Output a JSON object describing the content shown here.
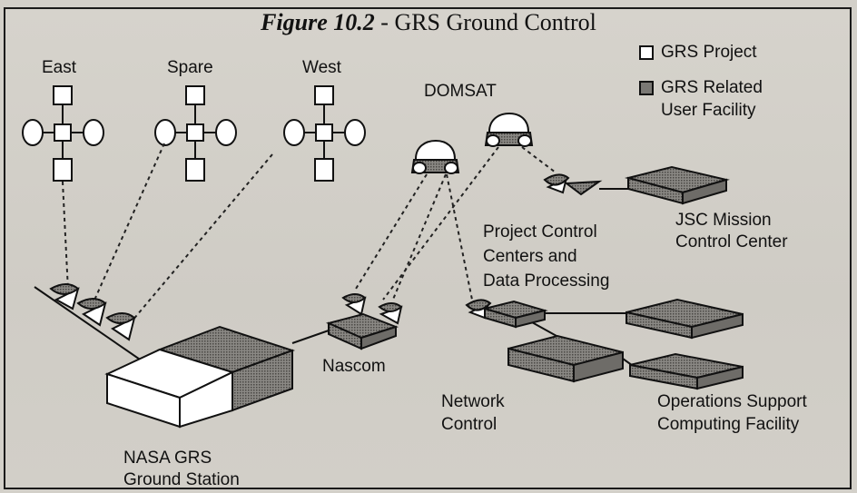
{
  "title": {
    "figure_label": "Figure 10.2",
    "separator": " - ",
    "text": "GRS Ground Control"
  },
  "legend": {
    "project": "GRS Project",
    "related_line1": "GRS Related",
    "related_line2": "User Facility"
  },
  "satellites": {
    "east": "East",
    "spare": "Spare",
    "west": "West",
    "domsat": "DOMSAT"
  },
  "facilities": {
    "jsc_line1": "JSC Mission",
    "jsc_line2": "Control Center",
    "pcc_line1": "Project Control",
    "pcc_line2": "Centers and",
    "pcc_line3": "Data Processing",
    "nascom": "Nascom",
    "network_line1": "Network",
    "network_line2": "Control",
    "ops_line1": "Operations Support",
    "ops_line2": "Computing Facility",
    "nasa_line1": "NASA GRS",
    "nasa_line2": "Ground Station"
  },
  "colors": {
    "project_fill": "#ffffff",
    "related_fill": "#7a7874",
    "ink": "#111111"
  },
  "icons": {
    "satellite": "cross-satellite-icon",
    "domsat": "domsat-satellite-icon",
    "dish": "satellite-dish-icon",
    "building": "facility-box-icon"
  }
}
